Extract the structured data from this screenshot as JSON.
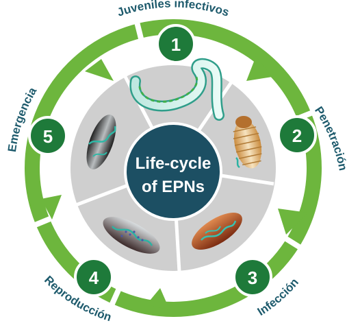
{
  "center": {
    "line1": "Life-cycle",
    "line2": "of EPNs"
  },
  "stages": [
    {
      "number": "1",
      "label": "Juveniles infectivos"
    },
    {
      "number": "2",
      "label": "Penetración"
    },
    {
      "number": "3",
      "label": "Infección"
    },
    {
      "number": "4",
      "label": "Reproducción"
    },
    {
      "number": "5",
      "label": "Emergencia"
    }
  ],
  "colors": {
    "ring_green": "#6db63d",
    "badge_green": "#1e7a3a",
    "center_teal": "#1c4f63",
    "label_teal": "#1d5a6c",
    "segment_gray": "#cfcfcf"
  }
}
